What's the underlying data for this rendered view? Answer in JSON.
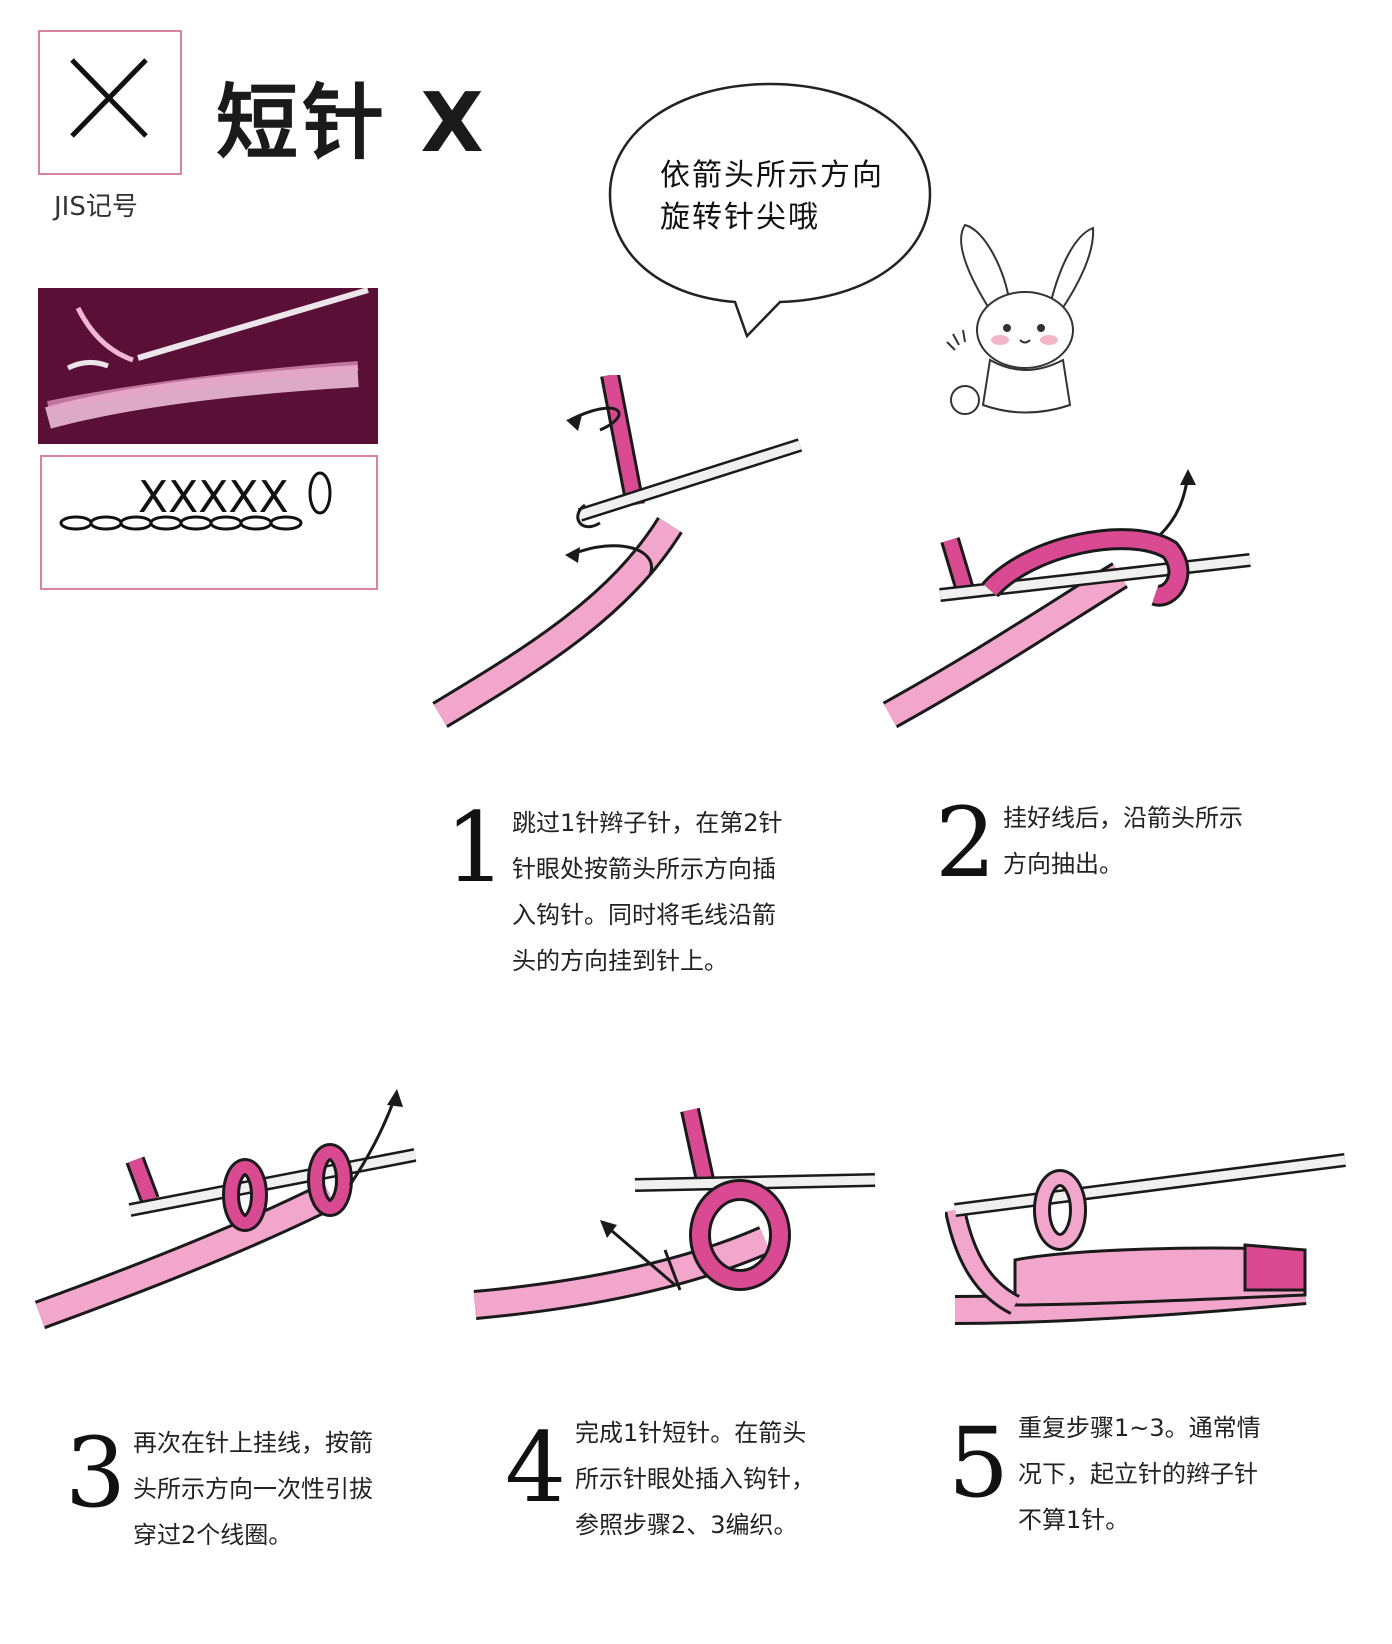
{
  "header": {
    "symbol": "×",
    "symbol_label": "JIS记号",
    "title": "短针 X"
  },
  "photo": {
    "description_label": ""
  },
  "diagram": {
    "symbols": "XXXXX"
  },
  "speech_bubble": {
    "line1": "依箭头所示方向",
    "line2": "旋转针尖哦"
  },
  "steps": [
    {
      "number": "1",
      "lines": [
        "跳过1针辫子针，在第2针",
        "针眼处按箭头所示方向插",
        "入钩针。同时将毛线沿箭",
        "头的方向挂到针上。"
      ]
    },
    {
      "number": "2",
      "lines": [
        "挂好线后，沿箭头所示",
        "方向抽出。"
      ]
    },
    {
      "number": "3",
      "lines": [
        "再次在针上挂线，按箭",
        "头所示方向一次性引拔",
        "穿过2个线圈。"
      ]
    },
    {
      "number": "4",
      "lines": [
        "完成1针短针。在箭头",
        "所示针眼处插入钩针，",
        "参照步骤2、3编织。"
      ]
    },
    {
      "number": "5",
      "lines": [
        "重复步骤1~3。通常情",
        "况下，起立针的辫子针",
        "不算1针。"
      ]
    }
  ],
  "colors": {
    "yarn_light": "#f2a6cc",
    "yarn_dark": "#d94a93",
    "outline": "#1a1a1a",
    "border_pink": "#d9839f",
    "photo_bg": "#5a0f36"
  }
}
